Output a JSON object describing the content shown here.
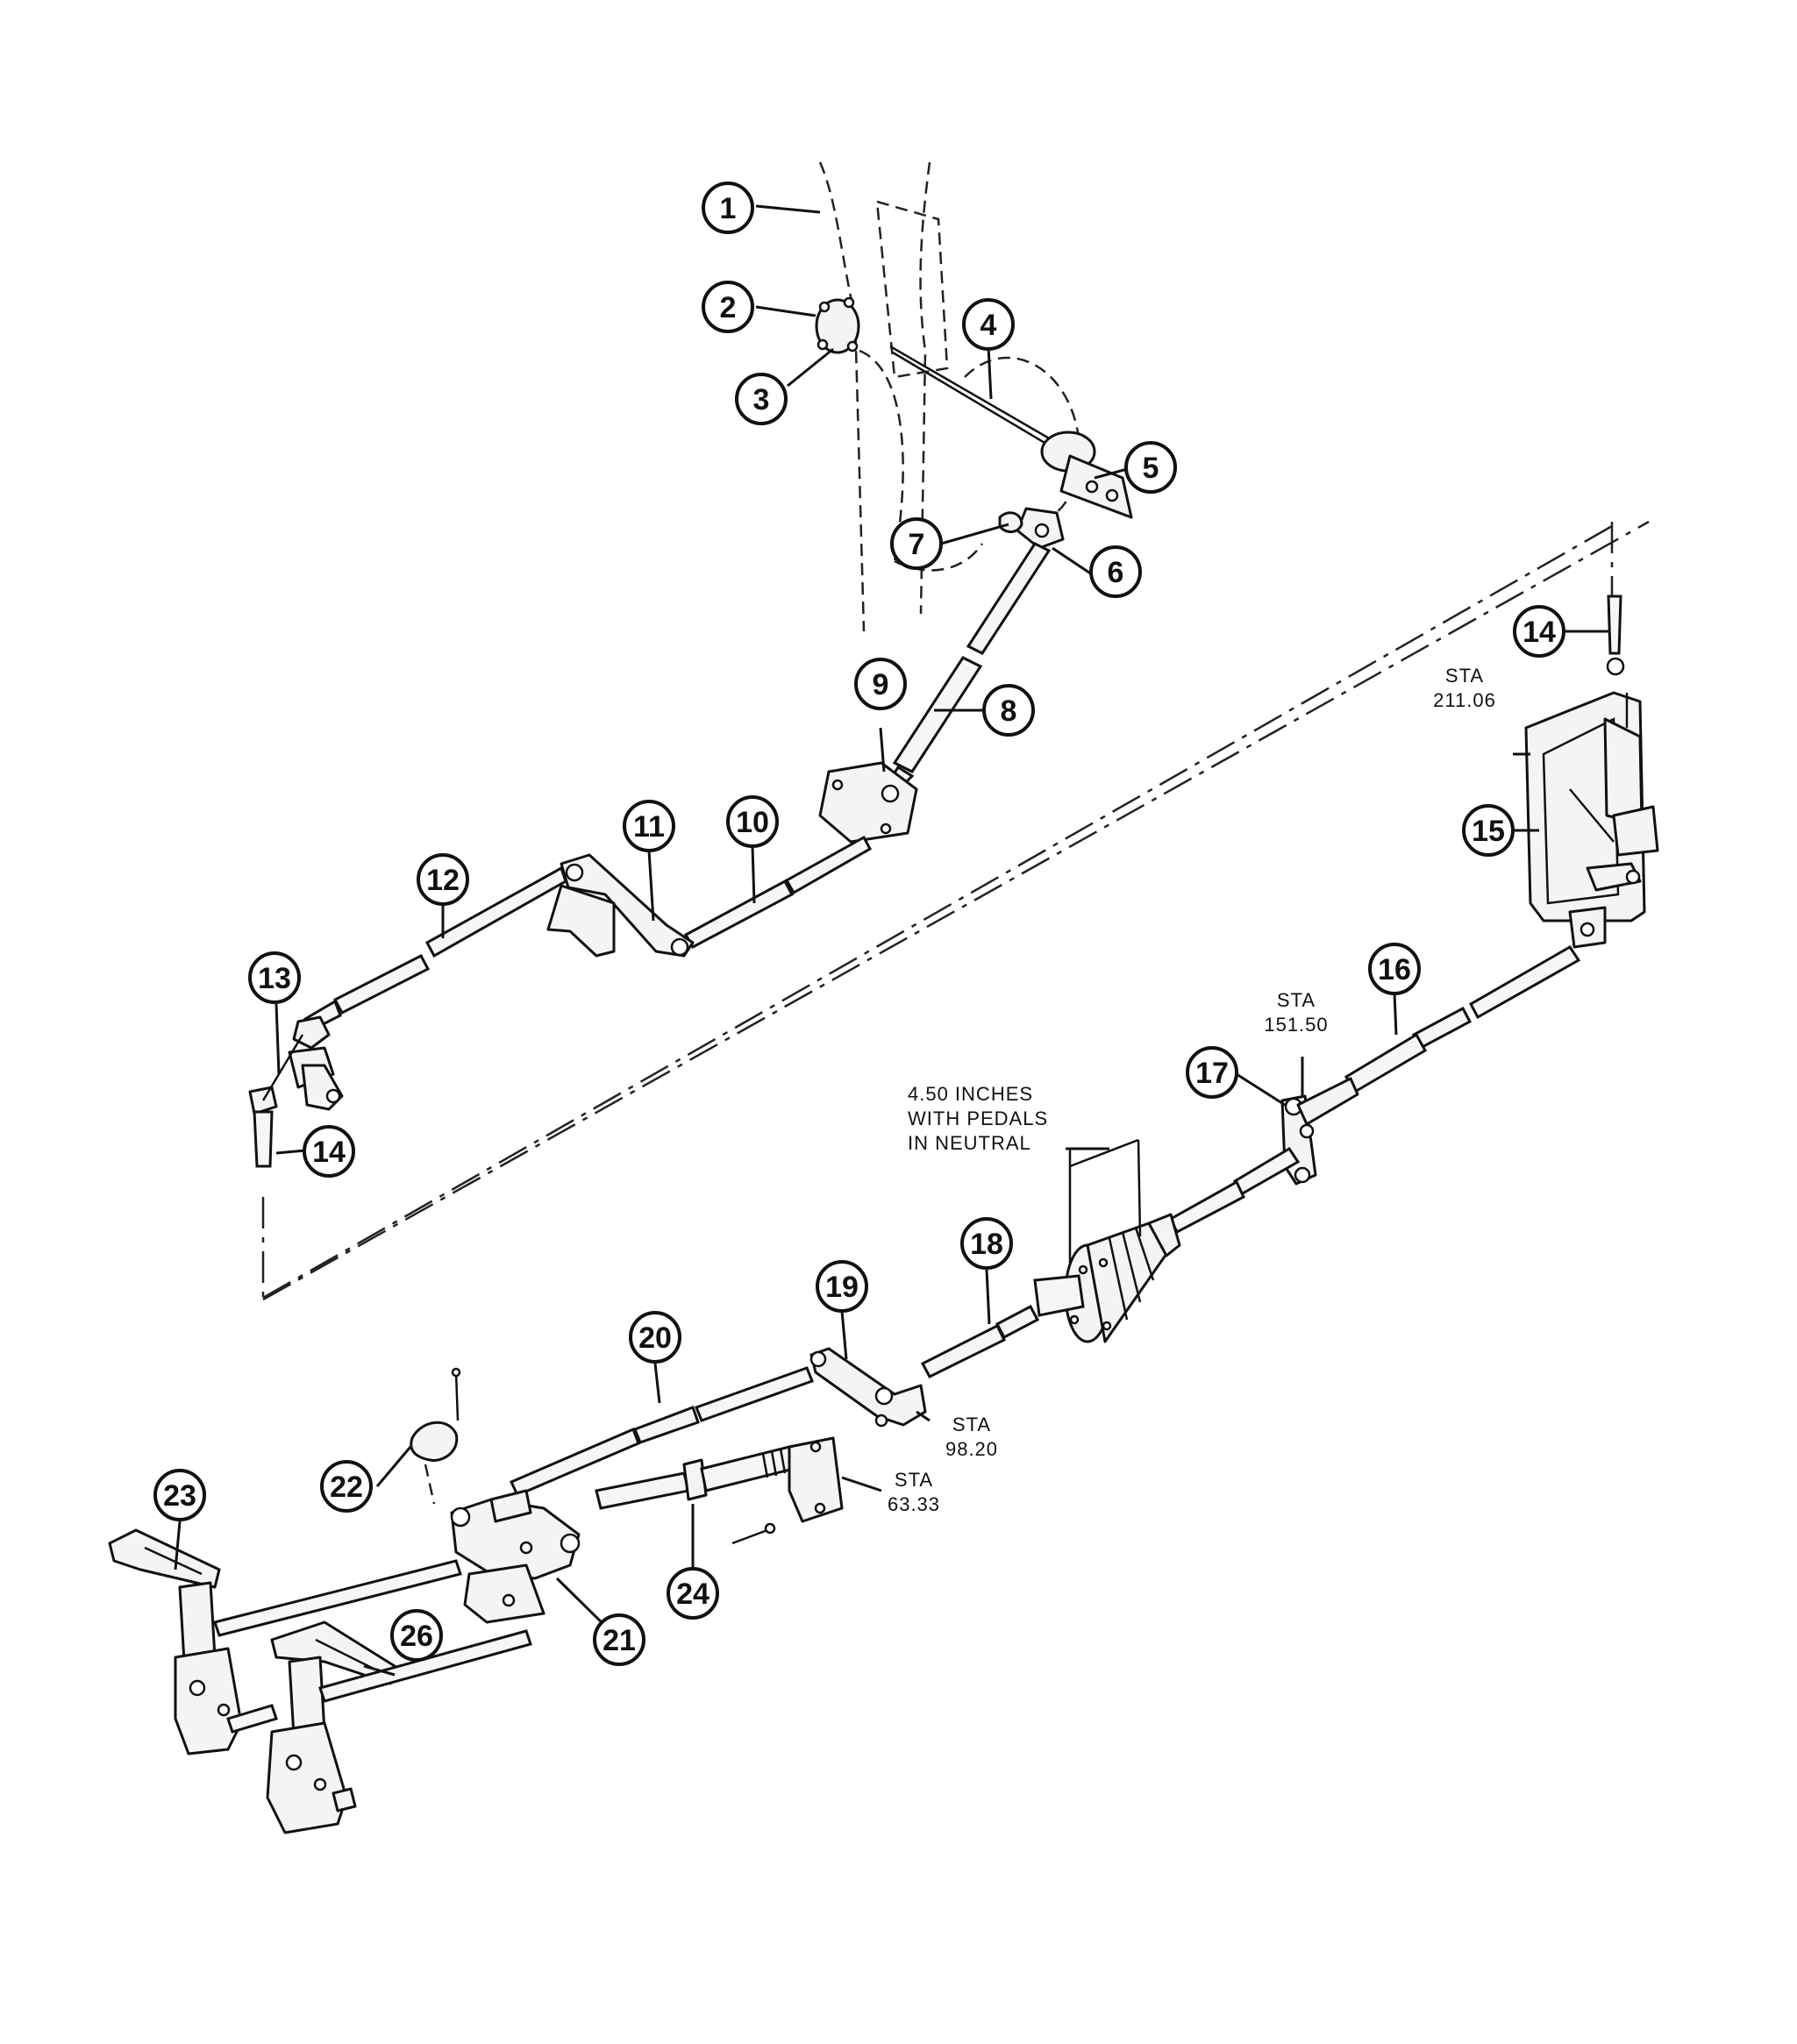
{
  "callouts": [
    {
      "id": "c1",
      "label": "1"
    },
    {
      "id": "c2",
      "label": "2"
    },
    {
      "id": "c3",
      "label": "3"
    },
    {
      "id": "c4",
      "label": "4"
    },
    {
      "id": "c5",
      "label": "5"
    },
    {
      "id": "c6",
      "label": "6"
    },
    {
      "id": "c7",
      "label": "7"
    },
    {
      "id": "c8",
      "label": "8"
    },
    {
      "id": "c9",
      "label": "9"
    },
    {
      "id": "c10",
      "label": "10"
    },
    {
      "id": "c11",
      "label": "11"
    },
    {
      "id": "c12",
      "label": "12"
    },
    {
      "id": "c13",
      "label": "13"
    },
    {
      "id": "c14a",
      "label": "14"
    },
    {
      "id": "c14b",
      "label": "14"
    },
    {
      "id": "c15",
      "label": "15"
    },
    {
      "id": "c16",
      "label": "16"
    },
    {
      "id": "c17",
      "label": "17"
    },
    {
      "id": "c18",
      "label": "18"
    },
    {
      "id": "c19",
      "label": "19"
    },
    {
      "id": "c20",
      "label": "20"
    },
    {
      "id": "c21",
      "label": "21"
    },
    {
      "id": "c22",
      "label": "22"
    },
    {
      "id": "c23",
      "label": "23"
    },
    {
      "id": "c24",
      "label": "24"
    },
    {
      "id": "c26",
      "label": "26"
    }
  ],
  "notes": {
    "sta_211": {
      "line1": "STA",
      "line2": "211.06"
    },
    "sta_151": {
      "line1": "STA",
      "line2": "151.50"
    },
    "sta_98": {
      "line1": "STA",
      "line2": "98.20"
    },
    "sta_63": {
      "line1": "STA",
      "line2": "63.33"
    },
    "neutral": {
      "line1": "4.50 INCHES",
      "line2": "WITH PEDALS",
      "line3": "IN NEUTRAL"
    }
  }
}
